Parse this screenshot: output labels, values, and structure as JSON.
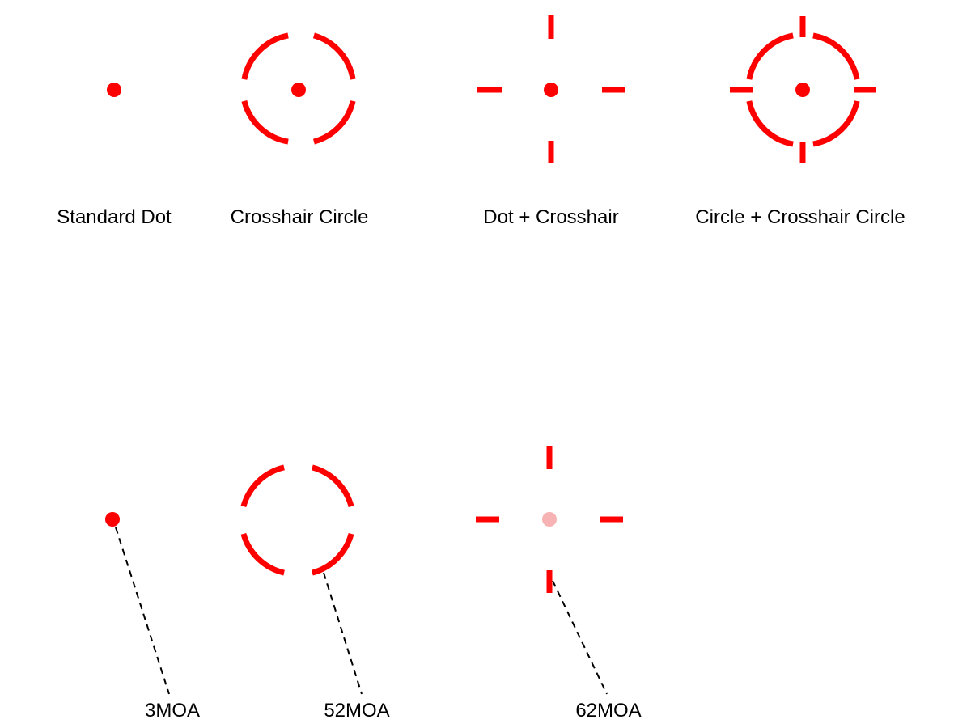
{
  "colors": {
    "reticle": "#ff0000",
    "faded_dot": "#f7b3b3",
    "text": "#000000",
    "leader": "#000000"
  },
  "top_row": {
    "standard_dot": {
      "label": "Standard Dot"
    },
    "crosshair_circle": {
      "label": "Crosshair Circle"
    },
    "dot_crosshair": {
      "label": "Dot + Crosshair"
    },
    "circle_crosshair_circle": {
      "label": "Circle + Crosshair Circle"
    }
  },
  "bottom_row": {
    "dot_3moa": {
      "label": "3MOA"
    },
    "circle_52moa": {
      "label": "52MOA"
    },
    "crosshair_62moa": {
      "label": "62MOA"
    }
  }
}
